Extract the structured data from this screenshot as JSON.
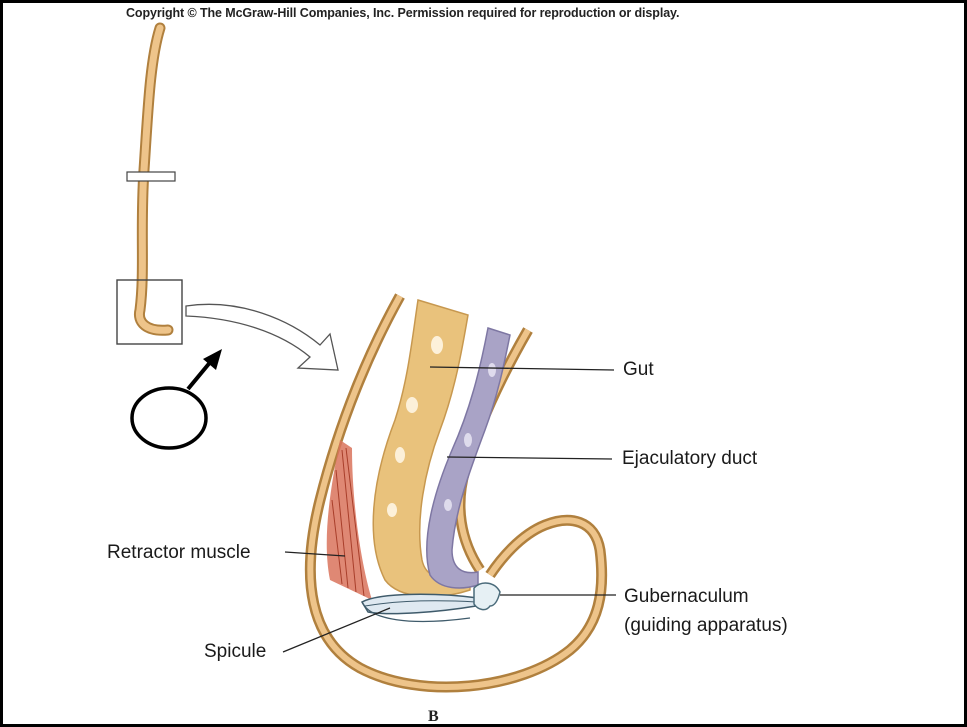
{
  "copyright": "Copyright © The McGraw-Hill Companies, Inc. Permission required for reproduction or display.",
  "panel_letter": "B",
  "labels": {
    "gut": "Gut",
    "ejaculatory_duct": "Ejaculatory duct",
    "retractor_muscle": "Retractor muscle",
    "spicule": "Spicule",
    "gubernaculum_line1": "Gubernaculum",
    "gubernaculum_line2": "(guiding apparatus)"
  },
  "colors": {
    "body_wall": "#e8b878",
    "body_outline": "#b0803e",
    "gut": "#e9c27c",
    "duct": "#a9a3c6",
    "muscle": "#d9735c",
    "frame": "#000000"
  }
}
